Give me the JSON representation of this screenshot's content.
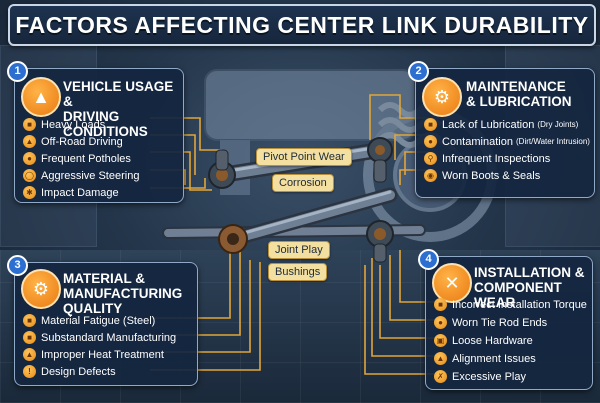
{
  "title": "FACTORS AFFECTING CENTER LINK DURABILITY",
  "colors": {
    "accent_orange": "#e97a12",
    "badge_blue": "#2d6fd1",
    "panel_bg": "#142640",
    "tag_bg": "#f3dfa0",
    "leader_line": "#e0a53a"
  },
  "panels": [
    {
      "number": "1",
      "icon": "car-on-road-icon",
      "title_line1": "VEHICLE USAGE &",
      "title_line2": "DRIVING CONDITIONS",
      "items": [
        {
          "label": "Heavy Loads",
          "icon": "truck-icon"
        },
        {
          "label": "Off-Road Driving",
          "icon": "mountain-icon"
        },
        {
          "label": "Frequent Potholes",
          "icon": "pothole-icon"
        },
        {
          "label": "Aggressive Steering",
          "icon": "steering-wheel-icon"
        },
        {
          "label": "Impact Damage",
          "icon": "impact-icon"
        }
      ]
    },
    {
      "number": "2",
      "icon": "grease-gun-icon",
      "title_line1": "MAINTENANCE",
      "title_line2": "& LUBRICATION",
      "items": [
        {
          "label": "Lack of Lubrication",
          "note": "(Dry Joints)",
          "icon": "oil-can-icon"
        },
        {
          "label": "Contamination",
          "note": "(Dirt/Water Intrusion)",
          "icon": "droplet-icon"
        },
        {
          "label": "Infrequent Inspections",
          "icon": "magnifier-icon"
        },
        {
          "label": "Worn Boots & Seals",
          "icon": "seal-icon"
        }
      ]
    },
    {
      "number": "3",
      "icon": "gear-icon",
      "title_line1": "MATERIAL &",
      "title_line2": "MANUFACTURING QUALITY",
      "items": [
        {
          "label": "Material Fatigue (Steel)",
          "icon": "fatigue-icon"
        },
        {
          "label": "Substandard Manufacturing",
          "icon": "factory-icon"
        },
        {
          "label": "Improper Heat Treatment",
          "icon": "flame-icon"
        },
        {
          "label": "Design Defects",
          "icon": "warning-icon"
        }
      ]
    },
    {
      "number": "4",
      "icon": "wrench-screwdriver-icon",
      "title_line1": "INSTALLATION &",
      "title_line2": "COMPONENT WEAR",
      "items": [
        {
          "label": "Incorrect Installation Torque",
          "icon": "torque-wrench-icon"
        },
        {
          "label": "Worn Tie Rod Ends",
          "icon": "tie-rod-icon"
        },
        {
          "label": "Loose Hardware",
          "icon": "bolt-icon"
        },
        {
          "label": "Alignment Issues",
          "icon": "alignment-icon"
        },
        {
          "label": "Excessive Play",
          "icon": "play-icon"
        }
      ]
    }
  ],
  "diagram_tags": {
    "pivot": "Pivot Point Wear",
    "corrosion": "Corrosion",
    "joint": "Joint Play",
    "bushings": "Bushings"
  }
}
